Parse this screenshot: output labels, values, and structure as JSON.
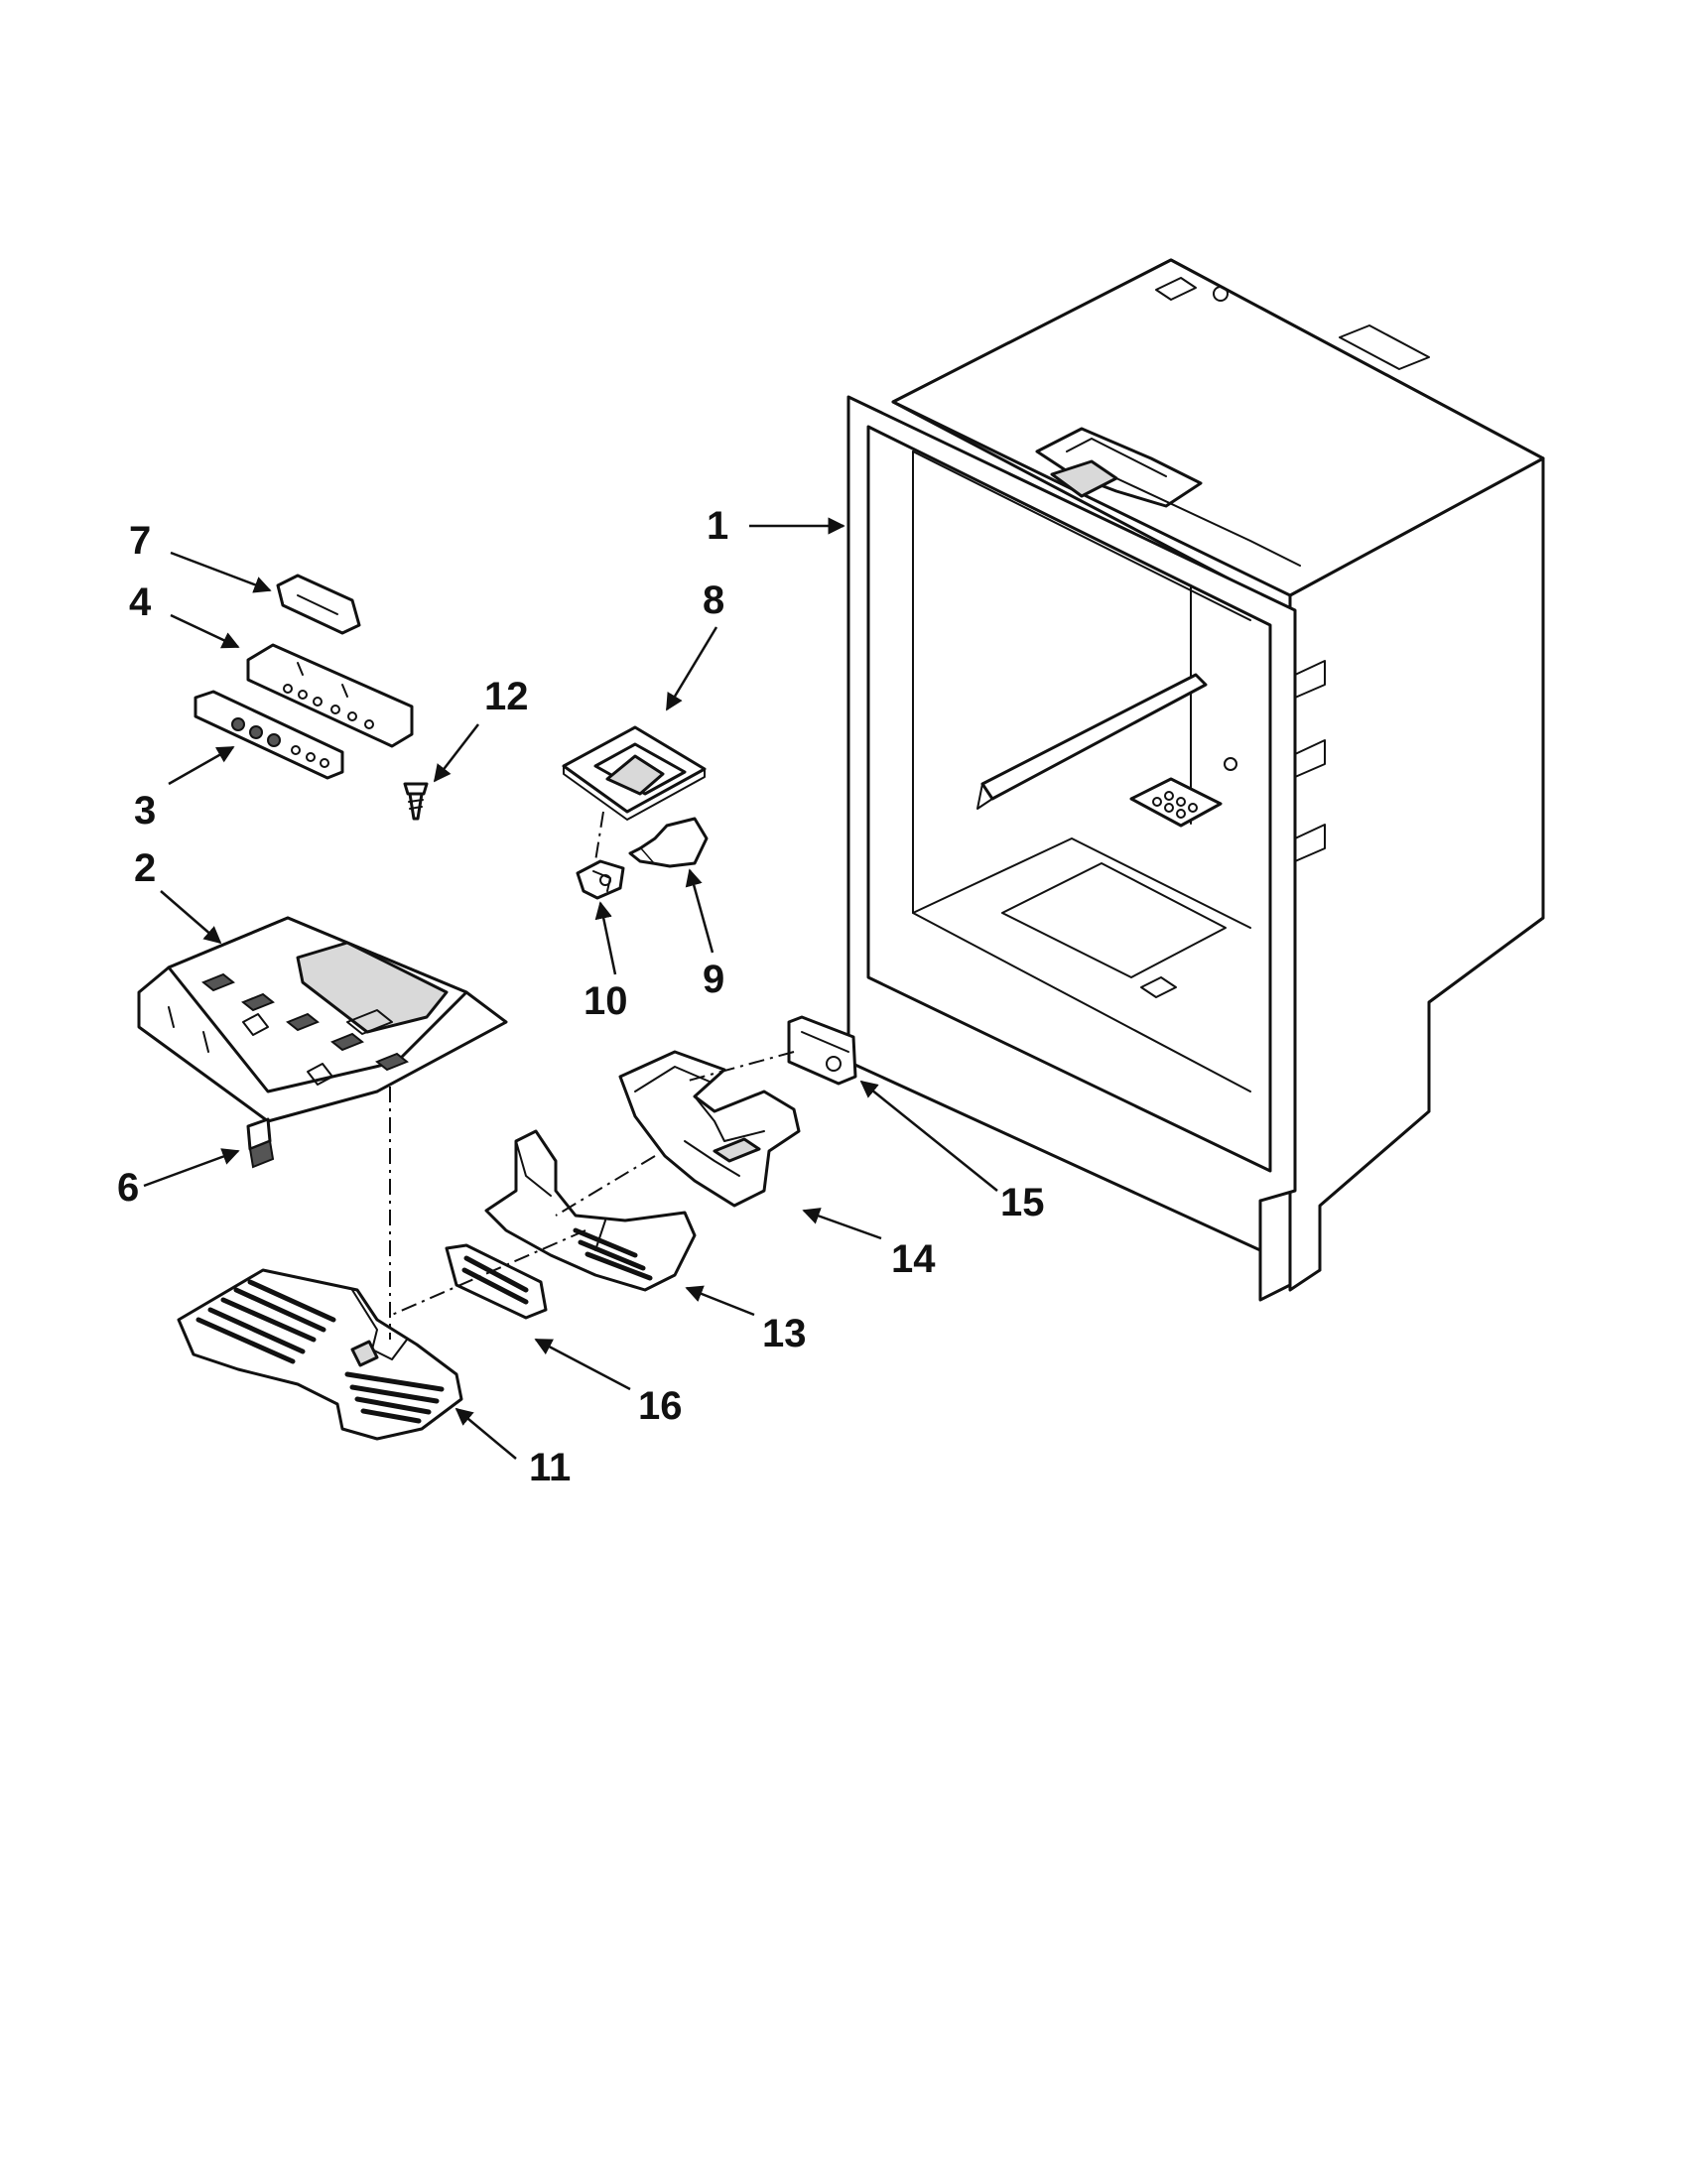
{
  "callouts": [
    {
      "id": "1",
      "label": "1"
    },
    {
      "id": "2",
      "label": "2"
    },
    {
      "id": "3",
      "label": "3"
    },
    {
      "id": "4",
      "label": "4"
    },
    {
      "id": "6",
      "label": "6"
    },
    {
      "id": "7",
      "label": "7"
    },
    {
      "id": "8",
      "label": "8"
    },
    {
      "id": "9",
      "label": "9"
    },
    {
      "id": "10",
      "label": "10"
    },
    {
      "id": "11",
      "label": "11"
    },
    {
      "id": "12",
      "label": "12"
    },
    {
      "id": "13",
      "label": "13"
    },
    {
      "id": "14",
      "label": "14"
    },
    {
      "id": "15",
      "label": "15"
    },
    {
      "id": "16",
      "label": "16"
    }
  ]
}
